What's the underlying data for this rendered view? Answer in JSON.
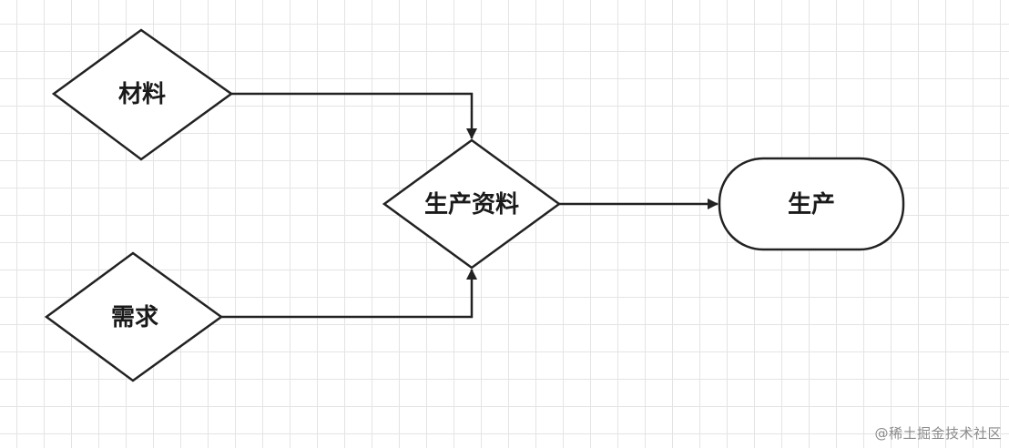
{
  "diagram": {
    "nodes": {
      "material": {
        "label": "材料",
        "shape": "diamond"
      },
      "demand": {
        "label": "需求",
        "shape": "diamond"
      },
      "production_data": {
        "label": "生产资料",
        "shape": "diamond"
      },
      "production": {
        "label": "生产",
        "shape": "terminator"
      }
    },
    "edges": [
      {
        "from": "材料",
        "to": "生产资料"
      },
      {
        "from": "需求",
        "to": "生产资料"
      },
      {
        "from": "生产资料",
        "to": "生产"
      }
    ]
  },
  "footer": {
    "credit": "@稀土掘金技术社区"
  },
  "colors": {
    "stroke": "#222222",
    "grid": "#e4e4e4",
    "background": "#ffffff"
  }
}
